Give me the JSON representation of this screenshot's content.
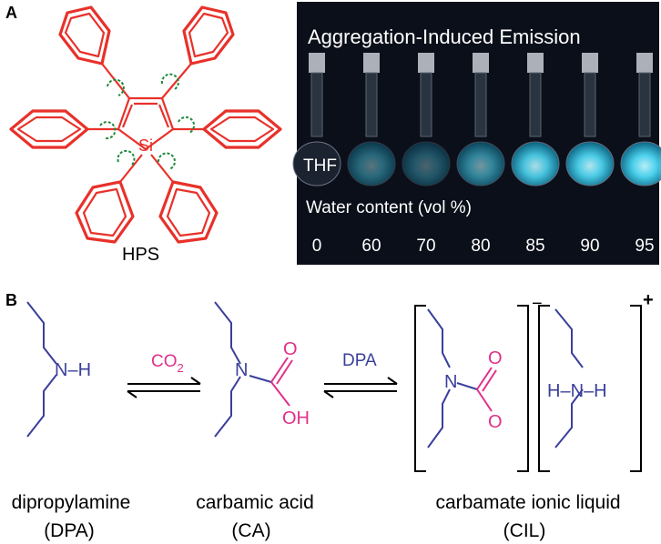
{
  "panel_a": {
    "label": "A",
    "molecule_name": "HPS",
    "si_label": "Si",
    "photo": {
      "title": "Aggregation-Induced Emission",
      "solvent_label": "THF",
      "axis_label": "Water content (vol %)",
      "water_contents": [
        "0",
        "60",
        "70",
        "80",
        "85",
        "90",
        "95"
      ],
      "emission_levels": [
        0.0,
        0.25,
        0.15,
        0.45,
        0.85,
        0.9,
        0.95
      ]
    }
  },
  "panel_b": {
    "label": "B",
    "step1_reagent": "CO",
    "step1_reagent_sub": "2",
    "step2_reagent": "DPA",
    "nh_label": "N–H",
    "n_label": "N",
    "o_label": "O",
    "oh_label": "OH",
    "hnh_label": "H–N–H",
    "anion_charge": "−",
    "cation_charge": "+",
    "compounds": [
      {
        "name": "dipropylamine",
        "abbr": "(DPA)"
      },
      {
        "name": "carbamic acid",
        "abbr": "(CA)"
      },
      {
        "name": "carbamate ionic liquid",
        "abbr": "(CIL)"
      }
    ]
  },
  "colors": {
    "hps_red": "#e8312a",
    "arrow_green": "#1f8a3a",
    "chain_blue": "#3a3f9a",
    "carbonyl_magenta": "#e0308a",
    "photo_bg": "#0b0f1a",
    "glow": "#4fd9f5"
  }
}
